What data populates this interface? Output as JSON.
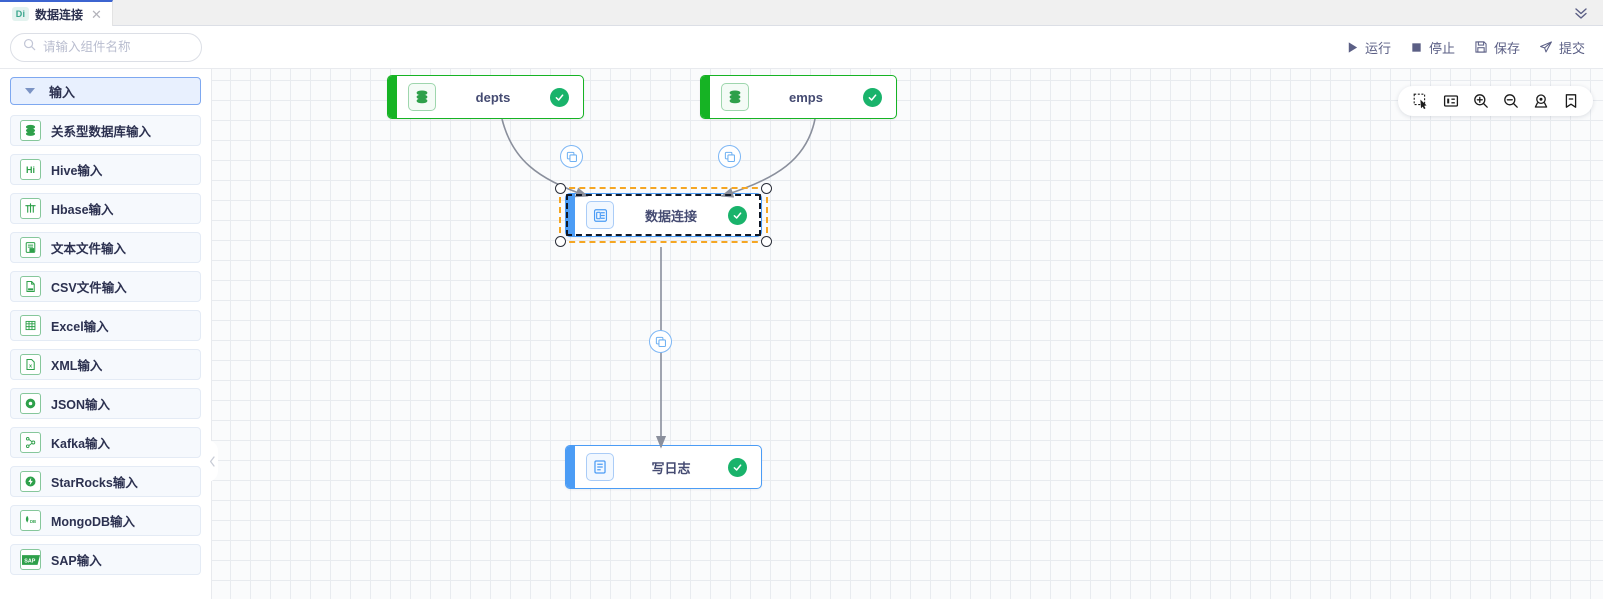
{
  "tab": {
    "badge": "Di",
    "title": "数据连接",
    "close": "✕",
    "collapse_icon": "double-chevron-down-icon"
  },
  "search": {
    "placeholder": "请输入组件名称",
    "value": "",
    "icon": "search-icon"
  },
  "toolbar": {
    "run_label": "运行",
    "stop_label": "停止",
    "save_label": "保存",
    "submit_label": "提交"
  },
  "sidebar": {
    "group": {
      "label": "输入",
      "expanded": true
    },
    "items": [
      {
        "label": "关系型数据库输入",
        "icon": "database-icon"
      },
      {
        "label": "Hive输入",
        "icon": "hive-icon",
        "text": "Hi"
      },
      {
        "label": "Hbase输入",
        "icon": "hbase-icon"
      },
      {
        "label": "文本文件输入",
        "icon": "text-file-icon"
      },
      {
        "label": "CSV文件输入",
        "icon": "csv-file-icon"
      },
      {
        "label": "Excel输入",
        "icon": "excel-icon"
      },
      {
        "label": "XML输入",
        "icon": "xml-file-icon"
      },
      {
        "label": "JSON输入",
        "icon": "json-icon"
      },
      {
        "label": "Kafka输入",
        "icon": "kafka-icon"
      },
      {
        "label": "StarRocks输入",
        "icon": "starrocks-icon"
      },
      {
        "label": "MongoDB输入",
        "icon": "mongodb-icon"
      },
      {
        "label": "SAP输入",
        "icon": "sap-icon",
        "text": "SAP"
      }
    ],
    "collapse_handle": "collapse-sidebar-handle"
  },
  "canvas": {
    "tools": [
      {
        "name": "select-tool",
        "icon": "marquee-select-icon"
      },
      {
        "name": "fit-view-tool",
        "icon": "fit-screen-icon"
      },
      {
        "name": "zoom-in-tool",
        "icon": "zoom-in-icon"
      },
      {
        "name": "zoom-out-tool",
        "icon": "zoom-out-icon"
      },
      {
        "name": "locate-tool",
        "icon": "locate-node-icon"
      },
      {
        "name": "bookmark-tool",
        "icon": "bookmark-icon"
      }
    ],
    "nodes": [
      {
        "id": "depts",
        "title": "depts",
        "type": "source",
        "color": "#16b324",
        "icon": "database-icon",
        "status": "success"
      },
      {
        "id": "emps",
        "title": "emps",
        "type": "source",
        "color": "#16b324",
        "icon": "database-icon",
        "status": "success"
      },
      {
        "id": "join",
        "title": "数据连接",
        "type": "transform",
        "color": "#4b9cf5",
        "icon": "join-icon",
        "status": "success",
        "selected": true
      },
      {
        "id": "log",
        "title": "写日志",
        "type": "sink",
        "color": "#4b9cf5",
        "icon": "log-icon",
        "status": "success"
      }
    ],
    "edges": [
      {
        "from": "depts",
        "to": "join",
        "badge": "copy-icon"
      },
      {
        "from": "emps",
        "to": "join",
        "badge": "copy-icon"
      },
      {
        "from": "join",
        "to": "log",
        "badge": "copy-icon"
      }
    ]
  },
  "colors": {
    "accent": "#3c64d0",
    "source_green": "#16b324",
    "node_blue": "#4b9cf5",
    "status_green": "#19b36b",
    "selection_orange": "#f5a623"
  }
}
